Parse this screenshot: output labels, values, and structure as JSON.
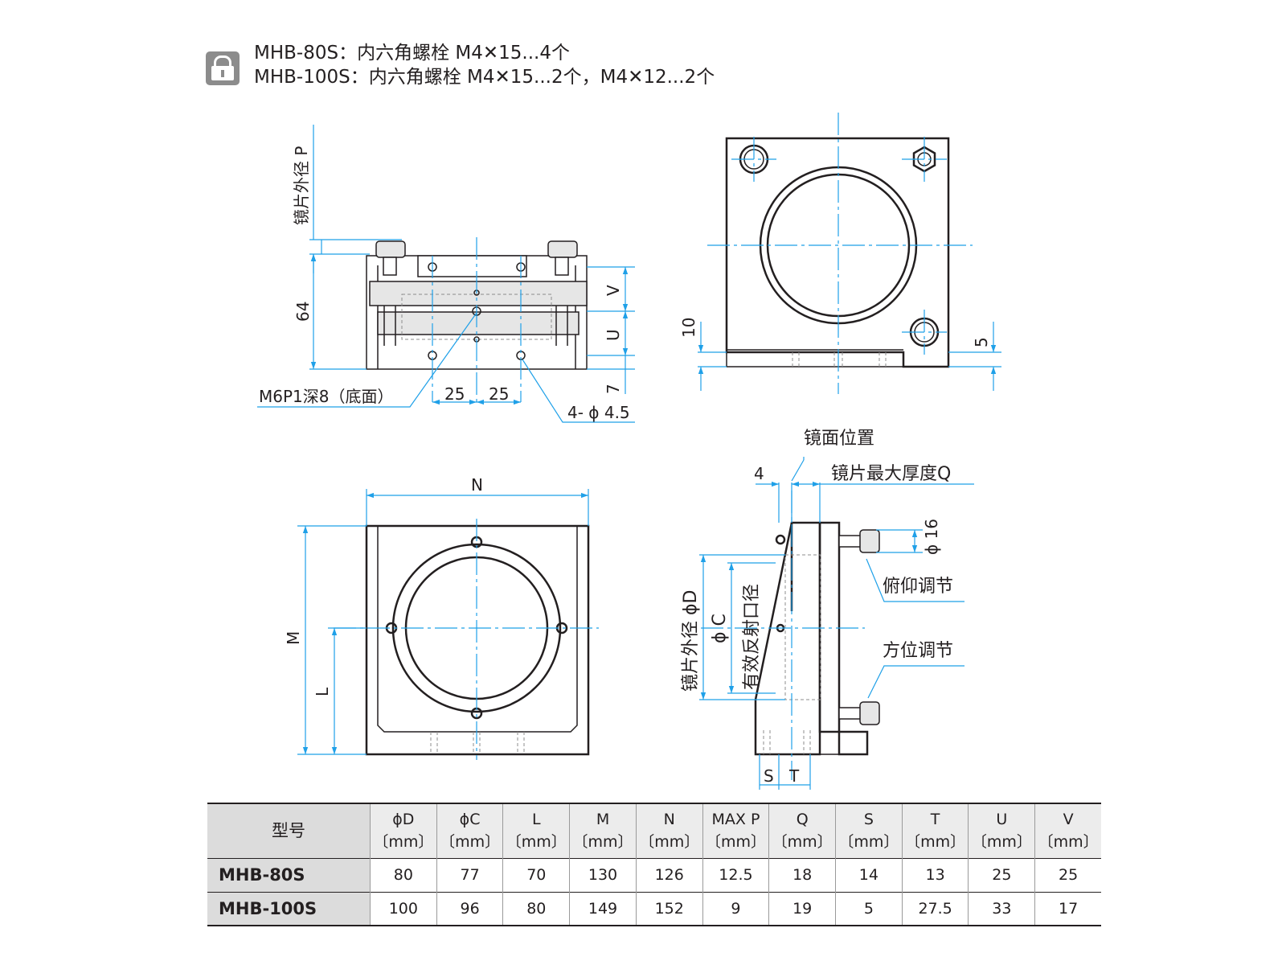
{
  "note": {
    "icon": "screw-tool-icon",
    "line1": "MHB-80S：内六角螺栓 M4✕15...4个",
    "line2": "MHB-100S：内六角螺栓 M4✕15...2个，M4✕12...2个"
  },
  "front_view": {
    "lens_od_label": "镜片外径 P",
    "dim_64": "64",
    "dim_v": "V",
    "dim_u": "U",
    "dim_7": "7",
    "dim_25_left": "25",
    "dim_25_right": "25",
    "thread_label": "M6P1深8（底面）",
    "hole_label": "4- ϕ 4.5"
  },
  "top_view": {
    "dim_10": "10",
    "dim_5": "5"
  },
  "bottom_view": {
    "dim_n": "N",
    "dim_m": "M",
    "dim_l": "L"
  },
  "side_view": {
    "mirror_position_label": "镜面位置",
    "dim_4": "4",
    "max_thickness_label": "镜片最大厚度Q",
    "dim_phi16": "ϕ 16",
    "tilt_label": "俯仰调节",
    "azimuth_label": "方位调节",
    "lens_od_label": "镜片外径 ϕD",
    "phi_c_label": "ϕ C",
    "effective_aperture_label": "有效反射口径",
    "dim_s": "S",
    "dim_t": "T"
  },
  "table": {
    "model_header": "型号",
    "unit": "〔mm〕",
    "columns": [
      "ϕD",
      "ϕC",
      "L",
      "M",
      "N",
      "MAX P",
      "Q",
      "S",
      "T",
      "U",
      "V"
    ],
    "rows": [
      {
        "model": "MHB-80S",
        "values": [
          "80",
          "77",
          "70",
          "130",
          "126",
          "12.5",
          "18",
          "14",
          "13",
          "25",
          "25"
        ]
      },
      {
        "model": "MHB-100S",
        "values": [
          "100",
          "96",
          "80",
          "149",
          "152",
          "9",
          "19",
          "5",
          "27.5",
          "33",
          "17"
        ]
      }
    ]
  }
}
